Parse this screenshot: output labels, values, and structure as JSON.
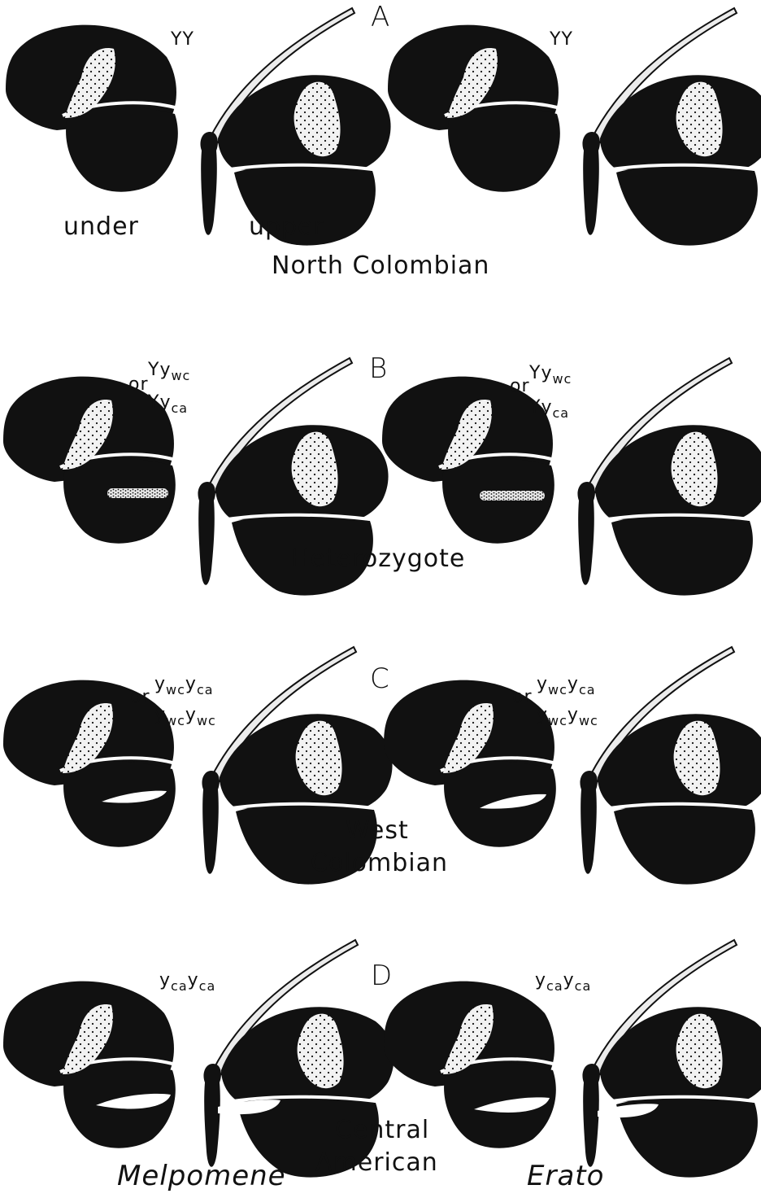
{
  "panels": [
    {
      "letter": "A",
      "caption": [
        "North Colombian"
      ],
      "side_labels": [
        "under",
        "upper"
      ]
    },
    {
      "letter": "B",
      "caption": [
        "Heterozygote"
      ]
    },
    {
      "letter": "C",
      "caption": [
        "West",
        "Colombian"
      ]
    },
    {
      "letter": "D",
      "caption": [
        "Central",
        "American"
      ]
    }
  ],
  "genotypes": {
    "A": {
      "left": "YY",
      "right": "YY"
    },
    "B": {
      "or": "or",
      "g1": "Yy",
      "g1_sub": "wc",
      "g2": "Yy",
      "g2_sub": "ca"
    },
    "C": {
      "or": "or",
      "g1_a": "y",
      "g1_a_sub": "wc",
      "g1_b": "y",
      "g1_b_sub": "ca",
      "g2_a": "y",
      "g2_a_sub": "wc",
      "g2_b": "y",
      "g2_b_sub": "wc"
    },
    "D": {
      "a": "y",
      "a_sub": "ca",
      "b": "y",
      "b_sub": "ca"
    }
  },
  "species": [
    "Melpomene",
    "Erato"
  ],
  "colors": {
    "wing": "#111111",
    "band": "#f2f2f2",
    "dots": "#111111",
    "bar": "#ffffff"
  }
}
